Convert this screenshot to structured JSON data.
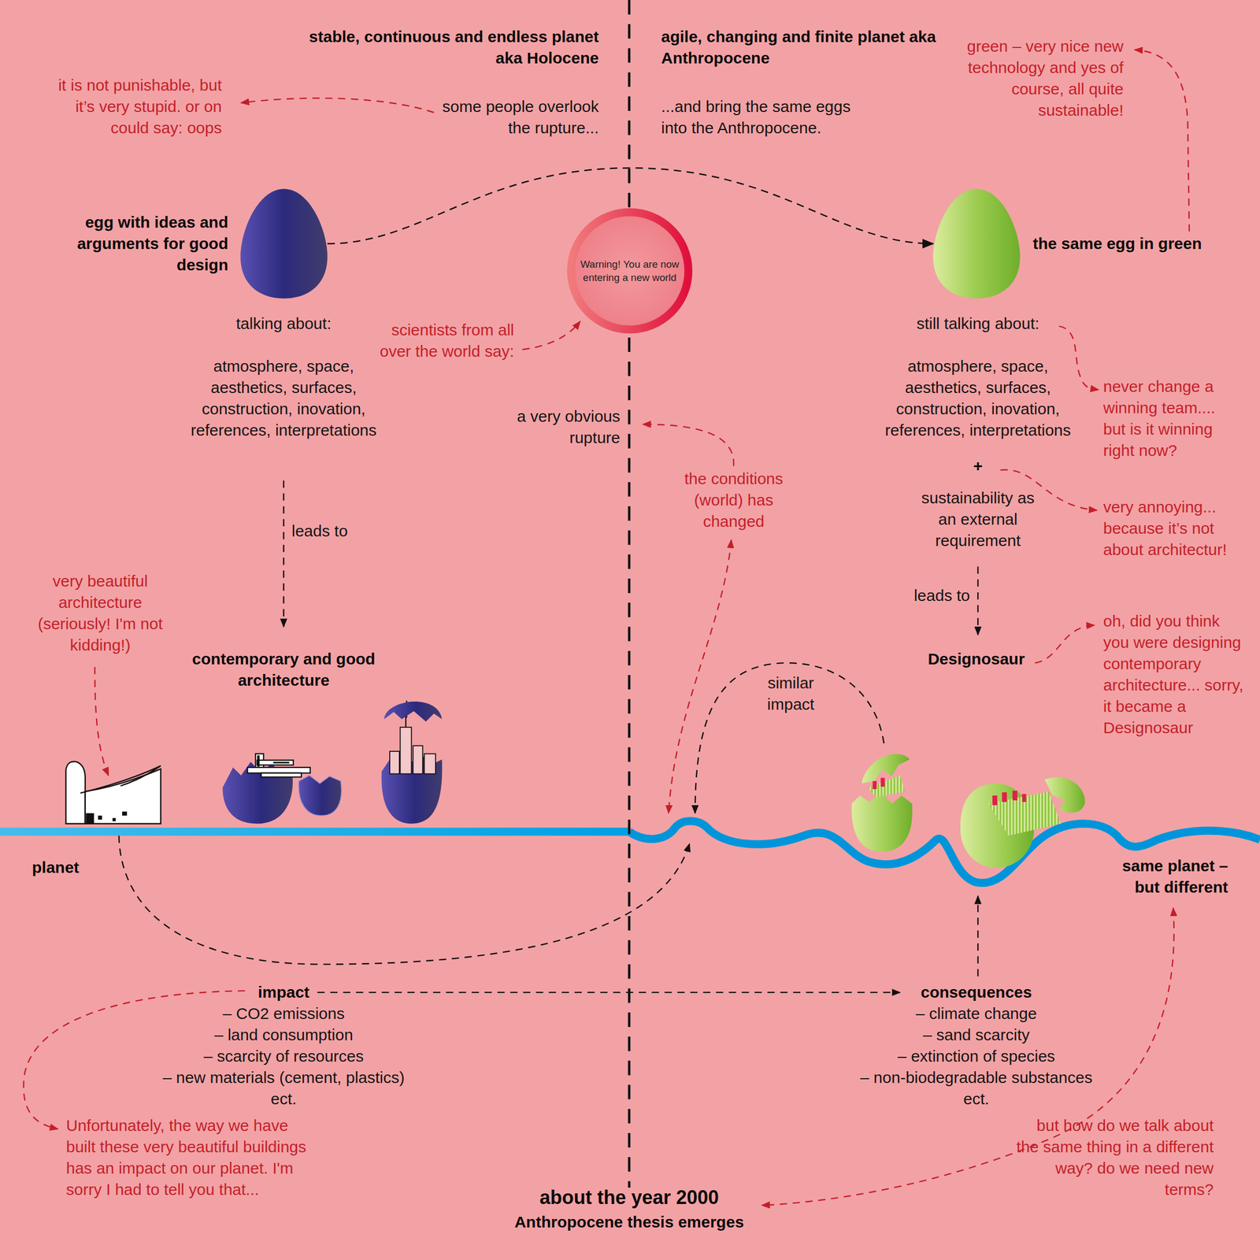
{
  "diagram": {
    "nodes": [
      {
        "text": [
          "egg with ideas and arguments for good design"
        ]
      },
      {
        "text": [
          "Warning! You are now entering a new world"
        ]
      },
      {
        "text": [
          "the same egg in green"
        ]
      }
    ],
    "edges": [
      {
        "from": 0,
        "to": 2,
        "arrow": "to"
      }
    ],
    "labels": [
      "stable, continuous and endless planet aka Holocene",
      "agile, changing and finite planet aka Anthropocene",
      "green – very nice new technology and yes of course, all quite sustainable!",
      "it is not punishable, but it’s very stupid. or on could say: oops",
      "some people overlook the rupture...",
      "...and bring the same eggs into the Anthropocene.",
      "talking about:",
      "scientists from all over the world say:",
      "still talking about:",
      "atmosphere, space, aesthetics, surfaces, construction, inovation, references, interpretations",
      "atmosphere, space, aesthetics, surfaces, construction, inovation, references, interpretations",
      "never change a winning team.... but is it winning right now?",
      "a very obvious rupture",
      "+",
      "sustainability as an external requirement",
      "very annoying... because it’s not about architectur!",
      "the conditions (world) has changed",
      "leads to",
      "leads to",
      "very beautiful architecture (seriously! I'm not kidding!)",
      "oh, did you think you were designing contemporary architecture... sorry, it became a Designosaur",
      "contemporary and good architecture",
      "Designosaur",
      "similar impact",
      "planet",
      "same planet – but different",
      "impact",
      "– CO2 emissions",
      "– land consumption",
      "– scarcity of resources",
      "– new materials (cement, plastics)",
      "ect.",
      "consequences",
      "– climate change",
      "– sand scarcity",
      "– extinction of species",
      "– non-biodegradable substances",
      "ect.",
      "Unfortunately, the way we have built these very beautiful buildings has an impact on our planet. I'm sorry I had to tell you that...",
      "but how do we talk about the same thing in a different way? do we need new terms?",
      "about the year 2000",
      "Anthropocene thesis emerges"
    ]
  }
}
